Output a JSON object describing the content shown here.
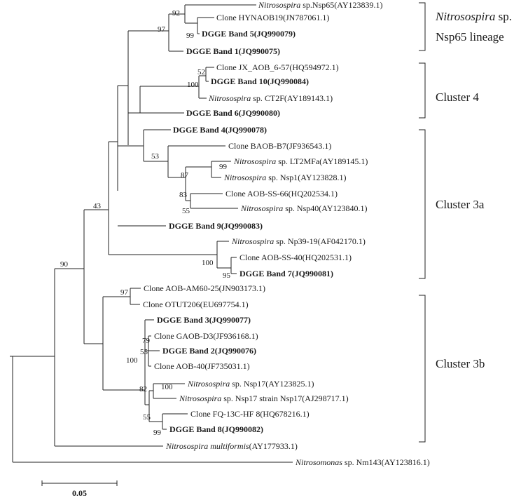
{
  "tree": {
    "leaves": [
      {
        "id": "l1",
        "prefix": "",
        "italic": "Nitrosospira",
        "text": " sp.Nsp65(AY123839.1)",
        "bold": false
      },
      {
        "id": "l2",
        "prefix": "Clone HYNAOB19(JN787061.1)",
        "italic": "",
        "text": "",
        "bold": false
      },
      {
        "id": "l3",
        "prefix": "DGGE Band 5(JQ990079)",
        "italic": "",
        "text": "",
        "bold": true
      },
      {
        "id": "l4",
        "prefix": "DGGE Band 1(JQ990075)",
        "italic": "",
        "text": "",
        "bold": true
      },
      {
        "id": "l5",
        "prefix": "Clone JX_AOB_6-57(HQ594972.1)",
        "italic": "",
        "text": "",
        "bold": false
      },
      {
        "id": "l6",
        "prefix": "DGGE Band 10(JQ990084)",
        "italic": "",
        "text": "",
        "bold": true
      },
      {
        "id": "l7",
        "prefix": "",
        "italic": "Nitrosospira",
        "text": " sp. CT2F(AY189143.1)",
        "bold": false
      },
      {
        "id": "l8",
        "prefix": "DGGE Band 6(JQ990080)",
        "italic": "",
        "text": "",
        "bold": true
      },
      {
        "id": "l9",
        "prefix": "DGGE Band 4(JQ990078)",
        "italic": "",
        "text": "",
        "bold": true
      },
      {
        "id": "l10",
        "prefix": "Clone BAOB-B7(JF936543.1)",
        "italic": "",
        "text": "",
        "bold": false
      },
      {
        "id": "l11",
        "prefix": "",
        "italic": "Nitrosospira",
        "text": " sp. LT2MFa(AY189145.1)",
        "bold": false
      },
      {
        "id": "l12",
        "prefix": "",
        "italic": "Nitrosospira",
        "text": " sp. Nsp1(AY123828.1)",
        "bold": false
      },
      {
        "id": "l13",
        "prefix": "Clone AOB-SS-66(HQ202534.1)",
        "italic": "",
        "text": "",
        "bold": false
      },
      {
        "id": "l14",
        "prefix": "",
        "italic": "Nitrosospira",
        "text": " sp. Nsp40(AY123840.1)",
        "bold": false
      },
      {
        "id": "l15",
        "prefix": "DGGE Band 9(JQ990083)",
        "italic": "",
        "text": "",
        "bold": true
      },
      {
        "id": "l16",
        "prefix": "",
        "italic": "Nitrosospira",
        "text": " sp. Np39-19(AF042170.1)",
        "bold": false
      },
      {
        "id": "l17",
        "prefix": "Clone AOB-SS-40(HQ202531.1)",
        "italic": "",
        "text": "",
        "bold": false
      },
      {
        "id": "l18",
        "prefix": "DGGE Band 7(JQ990081)",
        "italic": "",
        "text": "",
        "bold": true
      },
      {
        "id": "l19",
        "prefix": "Clone AOB-AM60-25(JN903173.1)",
        "italic": "",
        "text": "",
        "bold": false
      },
      {
        "id": "l20",
        "prefix": "Clone OTUT206(EU697754.1)",
        "italic": "",
        "text": "",
        "bold": false
      },
      {
        "id": "l21",
        "prefix": "DGGE Band 3(JQ990077)",
        "italic": "",
        "text": "",
        "bold": true
      },
      {
        "id": "l22",
        "prefix": "Clone GAOB-D3(JF936168.1)",
        "italic": "",
        "text": "",
        "bold": false
      },
      {
        "id": "l23",
        "prefix": "DGGE Band 2(JQ990076)",
        "italic": "",
        "text": "",
        "bold": true
      },
      {
        "id": "l24",
        "prefix": "Clone AOB-40(JF735031.1)",
        "italic": "",
        "text": "",
        "bold": false
      },
      {
        "id": "l25",
        "prefix": "",
        "italic": "Nitrosospira",
        "text": " sp. Nsp17(AY123825.1)",
        "bold": false
      },
      {
        "id": "l26",
        "prefix": "",
        "italic": "Nitrosospira",
        "text": " sp. Nsp17 strain Nsp17(AJ298717.1)",
        "bold": false
      },
      {
        "id": "l27",
        "prefix": "Clone FQ-13C-HF 8(HQ678216.1)",
        "italic": "",
        "text": "",
        "bold": false
      },
      {
        "id": "l28",
        "prefix": "DGGE Band 8(JQ990082)",
        "italic": "",
        "text": "",
        "bold": true
      },
      {
        "id": "l29",
        "prefix": "",
        "italic": "Nitrosospira multiformis",
        "text": "(AY177933.1)",
        "bold": false
      },
      {
        "id": "l30",
        "prefix": "",
        "italic": "Nitrosomonas",
        "text": " sp. Nm143(AY123816.1)",
        "bold": false
      }
    ],
    "bootstraps": [
      "92",
      "97",
      "99",
      "52",
      "100",
      "53",
      "87",
      "99",
      "83",
      "55",
      "43",
      "100",
      "95",
      "90",
      "97",
      "79",
      "55",
      "100",
      "82",
      "100",
      "55",
      "99"
    ]
  },
  "clusters": [
    {
      "id": "c1",
      "line1_italic": "Nitrosospira",
      "line1_text": " sp.",
      "line2": "Nsp65 lineage"
    },
    {
      "id": "c2",
      "line1_italic": "",
      "line1_text": "Cluster 4",
      "line2": ""
    },
    {
      "id": "c3",
      "line1_italic": "",
      "line1_text": "Cluster 3a",
      "line2": ""
    },
    {
      "id": "c4",
      "line1_italic": "",
      "line1_text": "Cluster 3b",
      "line2": ""
    }
  ],
  "scale_bar": {
    "label": "0.05"
  }
}
